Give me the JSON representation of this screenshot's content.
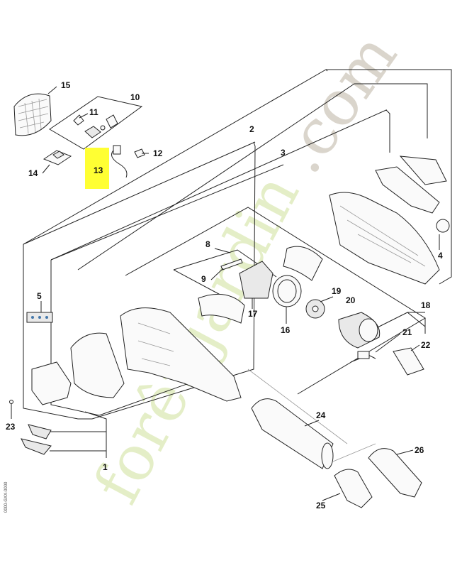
{
  "watermark": {
    "part1": "forêt-jardin",
    "part2": ".com",
    "color_green": "#d9e7b0",
    "color_brown": "#d4cec4"
  },
  "highlight": {
    "label": "13",
    "color": "#ffff33"
  },
  "labels": {
    "p1": "1",
    "p2": "2",
    "p3": "3",
    "p4": "4",
    "p5": "5",
    "p8": "8",
    "p9": "9",
    "p10": "10",
    "p11": "11",
    "p12": "12",
    "p13": "13",
    "p14": "14",
    "p15": "15",
    "p16": "16",
    "p17": "17",
    "p18": "18",
    "p19": "19",
    "p20": "20",
    "p21": "21",
    "p22": "22",
    "p23": "23",
    "p24": "24",
    "p25": "25",
    "p26": "26"
  },
  "side_code": "0000-GXX-0000"
}
